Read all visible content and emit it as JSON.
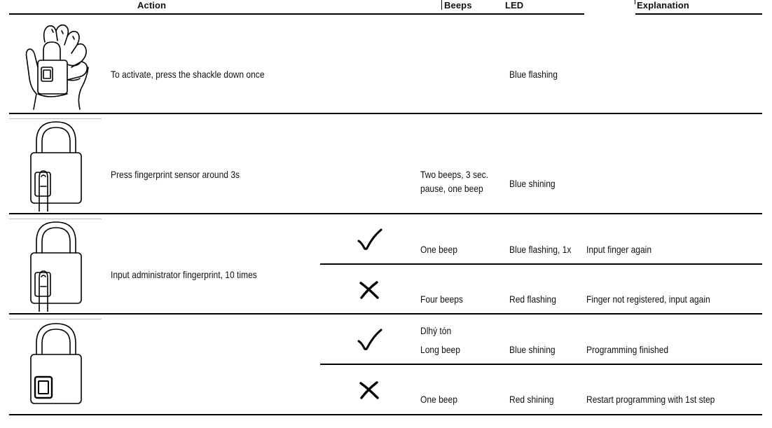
{
  "headers": {
    "action": "Action",
    "beeps": "Beeps",
    "led": "LED",
    "explanation": "Explanation"
  },
  "rows": [
    {
      "illustration": "hand-pressing-padlock-shackle",
      "action": "To activate, press the shackle down once",
      "beeps": "",
      "led": "Blue flashing",
      "explanation": ""
    },
    {
      "illustration": "padlock-finger-on-sensor",
      "action": "Press fingerprint sensor around 3s",
      "beeps_line1": "Two beeps, 3 sec.",
      "beeps_line2": "pause, one beep",
      "led": "Blue shining",
      "explanation": ""
    },
    {
      "illustration": "padlock-finger-on-sensor",
      "action": "Input administrator fingerprint, 10 times",
      "outcomes": [
        {
          "status_icon": "check-icon",
          "beeps": "One beep",
          "led": "Blue flashing, 1x",
          "explanation": "Input finger again"
        },
        {
          "status_icon": "cross-icon",
          "beeps": "Four beeps",
          "led": "Red flashing",
          "explanation": "Finger not registered, input again"
        }
      ]
    },
    {
      "illustration": "padlock-sensor",
      "action": "",
      "outcomes": [
        {
          "status_icon": "check-icon",
          "beeps_line1": "Dlhý tón",
          "beeps_line2": "Long beep",
          "led": "Blue shining",
          "explanation": "Programming finished"
        },
        {
          "status_icon": "cross-icon",
          "beeps": "One beep",
          "led": "Red shining",
          "explanation": "Restart programming with 1st step"
        }
      ]
    }
  ]
}
